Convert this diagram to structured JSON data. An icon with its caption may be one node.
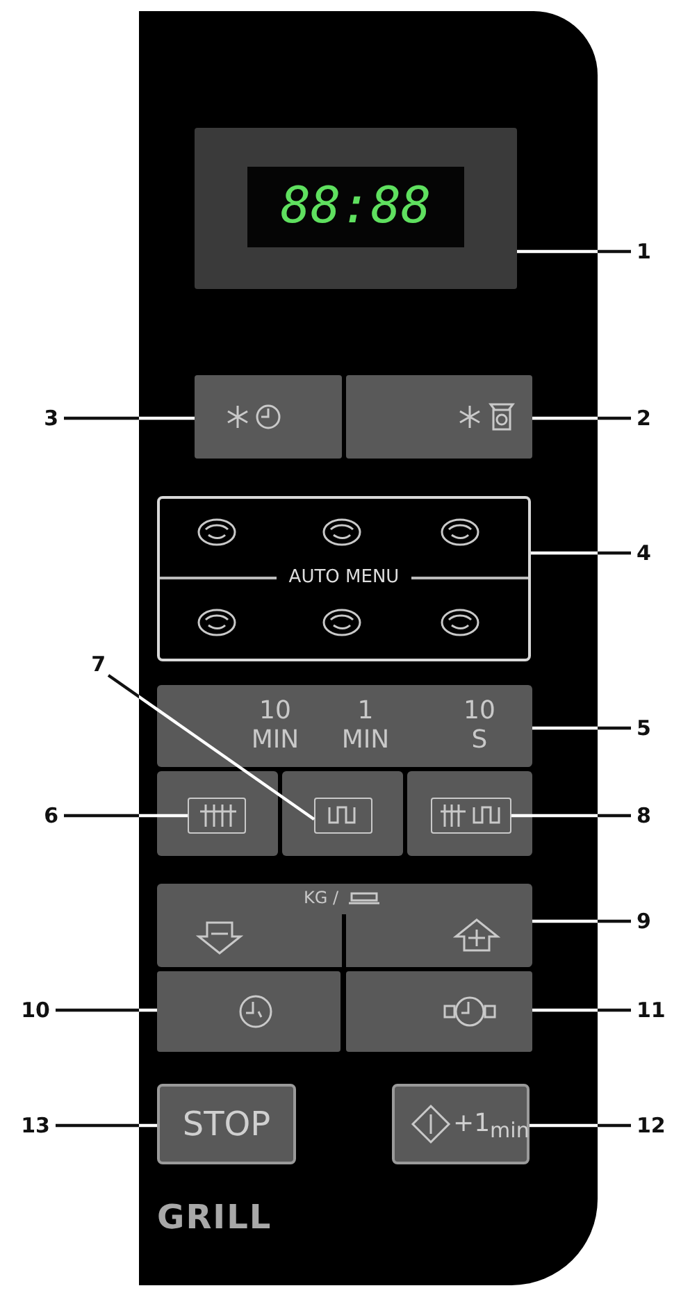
{
  "diagram": {
    "nodes": [
      {
        "text": [
          "88:88"
        ]
      },
      {
        "text": [
          "1"
        ]
      },
      {
        "text": [],
        "shape": "box"
      },
      {
        "text": [
          "3"
        ]
      },
      {
        "text": [],
        "shape": "box"
      },
      {
        "text": [
          "2"
        ]
      },
      {
        "text": [
          "AUTO MENU"
        ]
      },
      {
        "text": [
          "4"
        ]
      },
      {
        "text": [
          "7"
        ]
      },
      {
        "text": [
          "10 MIN",
          "1 MIN",
          "10 S"
        ]
      },
      {
        "text": [
          "5"
        ]
      },
      {
        "text": [
          "6"
        ]
      },
      {
        "text": [],
        "shape": "box"
      },
      {
        "text": [],
        "shape": "box"
      },
      {
        "text": [],
        "shape": "box"
      },
      {
        "text": [
          "8"
        ]
      },
      {
        "text": [
          "KG /"
        ]
      },
      {
        "text": [
          "9"
        ]
      },
      {
        "text": [
          "10"
        ]
      },
      {
        "text": [],
        "shape": "box"
      },
      {
        "text": [],
        "shape": "box"
      },
      {
        "text": [
          "11"
        ]
      },
      {
        "text": [
          "13"
        ]
      },
      {
        "text": [
          "STOP"
        ]
      },
      {
        "text": [
          "+1$_{min}$"
        ]
      },
      {
        "text": [
          "12"
        ]
      }
    ],
    "edges": [
      {
        "from": 1,
        "to": 0,
        "arrow": "none"
      },
      {
        "from": 3,
        "to": 2,
        "arrow": "none"
      },
      {
        "from": 5,
        "to": 4,
        "arrow": "none"
      },
      {
        "from": 7,
        "to": 6,
        "arrow": "none"
      },
      {
        "from": 8,
        "to": 13,
        "arrow": "none"
      },
      {
        "from": 10,
        "to": 9,
        "arrow": "none"
      },
      {
        "from": 11,
        "to": 12,
        "arrow": "none"
      },
      {
        "from": 15,
        "to": 14,
        "arrow": "none"
      },
      {
        "from": 17,
        "to": 16,
        "arrow": "none"
      },
      {
        "from": 18,
        "to": 19,
        "arrow": "none"
      },
      {
        "from": 21,
        "to": 20,
        "arrow": "none"
      },
      {
        "from": 22,
        "to": 23,
        "arrow": "none"
      },
      {
        "from": 25,
        "to": 24,
        "arrow": "none"
      }
    ],
    "labels": [
      "GRILL"
    ]
  }
}
